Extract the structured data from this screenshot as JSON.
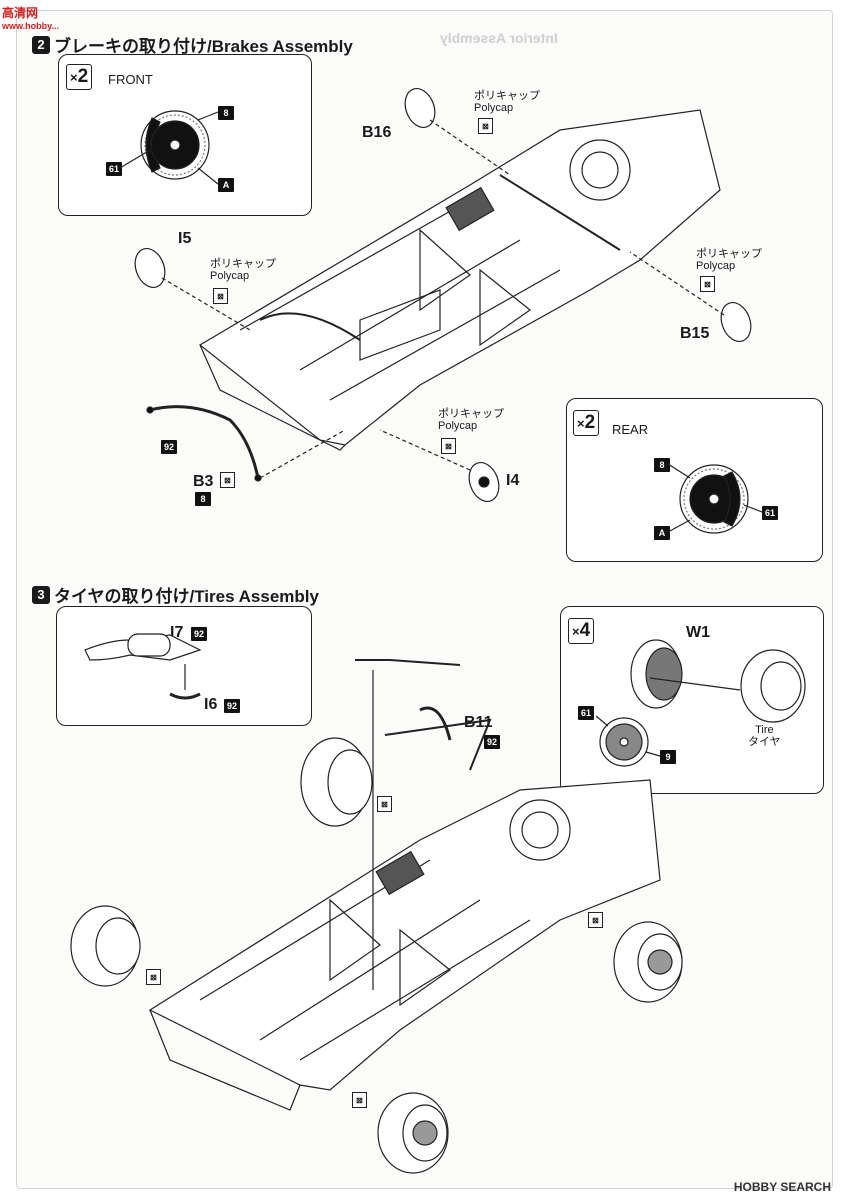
{
  "watermark": {
    "line1": "高清网",
    "line2": "www.hobby..."
  },
  "section2": {
    "number": "2",
    "title": "ブレーキの取り付け/Brakes Assembly",
    "front_box": {
      "multiplier_prefix": "×",
      "multiplier": "2",
      "label": "FRONT",
      "tags": [
        "8",
        "61",
        "A"
      ]
    },
    "rear_box": {
      "multiplier_prefix": "×",
      "multiplier": "2",
      "label": "REAR",
      "tags": [
        "8",
        "61",
        "A"
      ]
    },
    "parts": {
      "b16": "B16",
      "i5": "I5",
      "b15": "B15",
      "i4": "I4",
      "b3": "B3",
      "b3_tag": "8",
      "link_tag": "92"
    },
    "polycap": {
      "jp": "ポリキャップ",
      "en": "Polycap"
    }
  },
  "section3": {
    "number": "3",
    "title": "タイヤの取り付け/Tires Assembly",
    "exhaust_box": {
      "i7": "I7",
      "i7_tag": "92",
      "i6": "I6",
      "i6_tag": "92"
    },
    "wheel_box": {
      "multiplier_prefix": "×",
      "multiplier": "4",
      "w1": "W1",
      "tire_en": "Tire",
      "tire_jp": "タイヤ",
      "tag61": "61",
      "tag9": "9"
    },
    "parts": {
      "b11": "B11",
      "b11_tag": "92"
    }
  },
  "footer": {
    "brand": "HOBBY SEARCH"
  },
  "colors": {
    "ink": "#1a1a1a",
    "paper": "#fbfbfa",
    "watermark": "#d42020"
  }
}
